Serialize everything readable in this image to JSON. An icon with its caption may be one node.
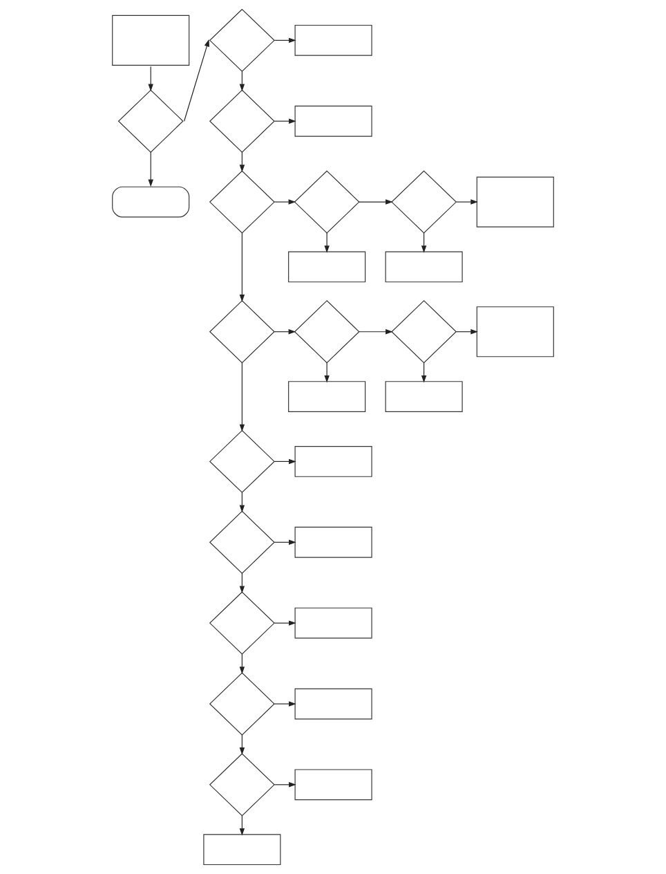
{
  "diagram": {
    "nodes": [
      {
        "text": [],
        "shape": "box"
      },
      {
        "text": [],
        "shape": "diamond"
      },
      {
        "text": [],
        "shape": "box"
      },
      {
        "text": [],
        "shape": "diamond"
      },
      {
        "text": [],
        "shape": "diamond"
      },
      {
        "text": [],
        "shape": "box"
      },
      {
        "text": [],
        "shape": "rounded"
      },
      {
        "text": [],
        "shape": "diamond"
      },
      {
        "text": [],
        "shape": "diamond"
      },
      {
        "text": [],
        "shape": "diamond"
      },
      {
        "text": [],
        "shape": "box"
      },
      {
        "text": [],
        "shape": "box"
      },
      {
        "text": [],
        "shape": "box"
      },
      {
        "text": [],
        "shape": "diamond"
      },
      {
        "text": [],
        "shape": "diamond"
      },
      {
        "text": [],
        "shape": "diamond"
      },
      {
        "text": [],
        "shape": "box"
      },
      {
        "text": [],
        "shape": "box"
      },
      {
        "text": [],
        "shape": "box"
      },
      {
        "text": [],
        "shape": "diamond"
      },
      {
        "text": [],
        "shape": "box"
      },
      {
        "text": [],
        "shape": "diamond"
      },
      {
        "text": [],
        "shape": "box"
      },
      {
        "text": [],
        "shape": "diamond"
      },
      {
        "text": [],
        "shape": "box"
      },
      {
        "text": [],
        "shape": "diamond"
      },
      {
        "text": [],
        "shape": "box"
      },
      {
        "text": [],
        "shape": "diamond"
      },
      {
        "text": [],
        "shape": "box"
      },
      {
        "text": [],
        "shape": "box"
      }
    ],
    "edges": [
      {
        "from": 0,
        "to": 3,
        "arrow": "to"
      },
      {
        "from": 3,
        "to": 1,
        "arrow": "to"
      },
      {
        "from": 3,
        "to": 6,
        "arrow": "to"
      },
      {
        "from": 1,
        "to": 2,
        "arrow": "to"
      },
      {
        "from": 1,
        "to": 4,
        "arrow": "to"
      },
      {
        "from": 4,
        "to": 5,
        "arrow": "to"
      },
      {
        "from": 4,
        "to": 7,
        "arrow": "to"
      },
      {
        "from": 7,
        "to": 8,
        "arrow": "to"
      },
      {
        "from": 8,
        "to": 9,
        "arrow": "to"
      },
      {
        "from": 9,
        "to": 10,
        "arrow": "to"
      },
      {
        "from": 8,
        "to": 11,
        "arrow": "to"
      },
      {
        "from": 9,
        "to": 12,
        "arrow": "to"
      },
      {
        "from": 7,
        "to": 13,
        "arrow": "to"
      },
      {
        "from": 13,
        "to": 14,
        "arrow": "to"
      },
      {
        "from": 14,
        "to": 15,
        "arrow": "to"
      },
      {
        "from": 15,
        "to": 16,
        "arrow": "to"
      },
      {
        "from": 14,
        "to": 17,
        "arrow": "to"
      },
      {
        "from": 15,
        "to": 18,
        "arrow": "to"
      },
      {
        "from": 13,
        "to": 19,
        "arrow": "to"
      },
      {
        "from": 19,
        "to": 20,
        "arrow": "to"
      },
      {
        "from": 19,
        "to": 21,
        "arrow": "to"
      },
      {
        "from": 21,
        "to": 22,
        "arrow": "to"
      },
      {
        "from": 21,
        "to": 23,
        "arrow": "to"
      },
      {
        "from": 23,
        "to": 24,
        "arrow": "to"
      },
      {
        "from": 23,
        "to": 25,
        "arrow": "to"
      },
      {
        "from": 25,
        "to": 26,
        "arrow": "to"
      },
      {
        "from": 25,
        "to": 27,
        "arrow": "to"
      },
      {
        "from": 27,
        "to": 28,
        "arrow": "to"
      },
      {
        "from": 27,
        "to": 29,
        "arrow": "to"
      }
    ]
  }
}
